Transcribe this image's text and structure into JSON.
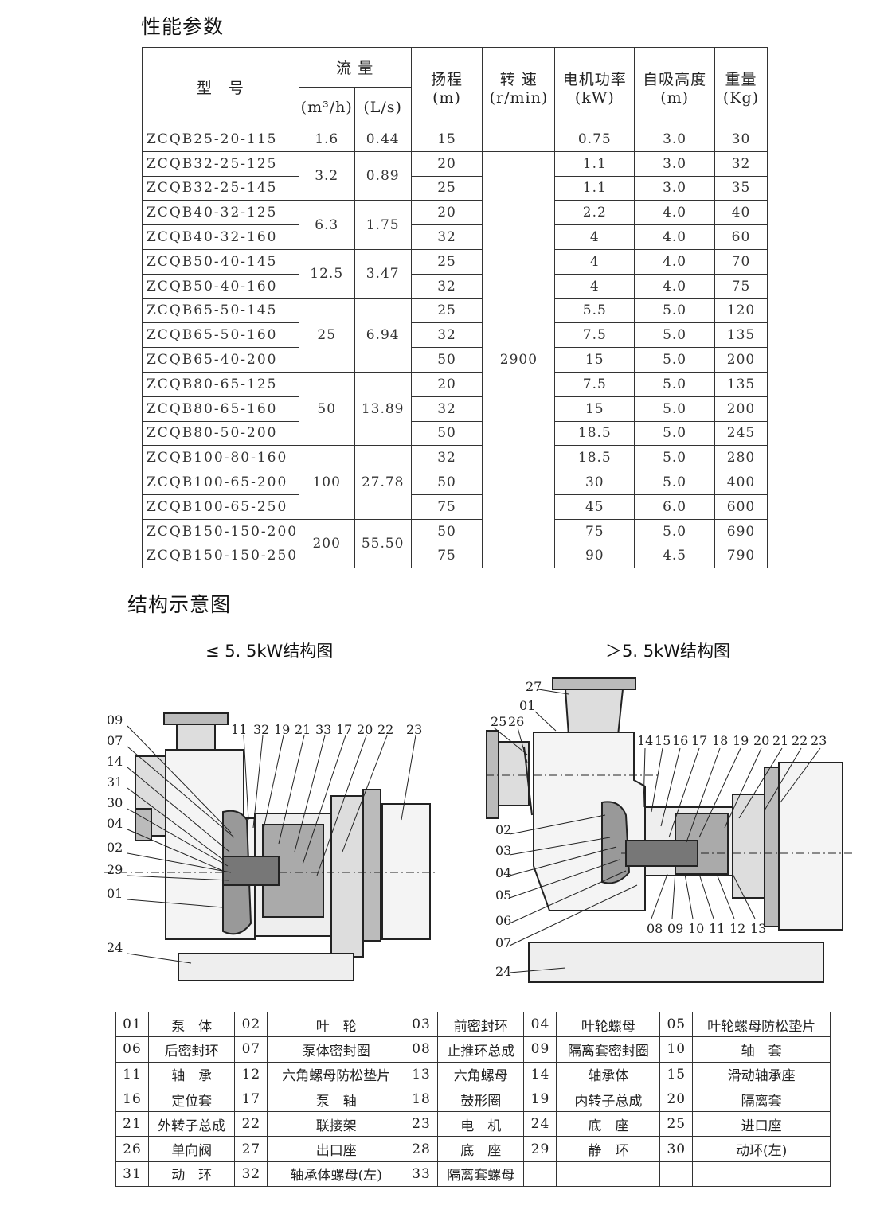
{
  "headings": {
    "performance": "性能参数",
    "structure": "结构示意图",
    "left_diagram": "≤ 5. 5kW结构图",
    "right_diagram": "＞5. 5kW结构图"
  },
  "perf_table": {
    "headers": {
      "model": "型　号",
      "flow": "流 量",
      "flow_m3h": "(m³/h)",
      "flow_ls": "(L/s)",
      "head": "扬程",
      "head_unit": "(m)",
      "speed": "转 速",
      "speed_unit": "(r/min)",
      "power": "电机功率",
      "power_unit": "(kW)",
      "suction": "自吸高度",
      "suction_unit": "(m)",
      "weight": "重量",
      "weight_unit": "(Kg)"
    },
    "speed_value": "2900",
    "rows": [
      {
        "model": "ZCQB25-20-115",
        "head": "15",
        "power": "0.75",
        "suction": "3.0",
        "weight": "30"
      },
      {
        "model": "ZCQB32-25-125",
        "head": "20",
        "power": "1.1",
        "suction": "3.0",
        "weight": "32"
      },
      {
        "model": "ZCQB32-25-145",
        "head": "25",
        "power": "1.1",
        "suction": "3.0",
        "weight": "35"
      },
      {
        "model": "ZCQB40-32-125",
        "head": "20",
        "power": "2.2",
        "suction": "4.0",
        "weight": "40"
      },
      {
        "model": "ZCQB40-32-160",
        "head": "32",
        "power": "4",
        "suction": "4.0",
        "weight": "60"
      },
      {
        "model": "ZCQB50-40-145",
        "head": "25",
        "power": "4",
        "suction": "4.0",
        "weight": "70"
      },
      {
        "model": "ZCQB50-40-160",
        "head": "32",
        "power": "4",
        "suction": "4.0",
        "weight": "75"
      },
      {
        "model": "ZCQB65-50-145",
        "head": "25",
        "power": "5.5",
        "suction": "5.0",
        "weight": "120"
      },
      {
        "model": "ZCQB65-50-160",
        "head": "32",
        "power": "7.5",
        "suction": "5.0",
        "weight": "135"
      },
      {
        "model": "ZCQB65-40-200",
        "head": "50",
        "power": "15",
        "suction": "5.0",
        "weight": "200"
      },
      {
        "model": "ZCQB80-65-125",
        "head": "20",
        "power": "7.5",
        "suction": "5.0",
        "weight": "135"
      },
      {
        "model": "ZCQB80-65-160",
        "head": "32",
        "power": "15",
        "suction": "5.0",
        "weight": "200"
      },
      {
        "model": "ZCQB80-50-200",
        "head": "50",
        "power": "18.5",
        "suction": "5.0",
        "weight": "245"
      },
      {
        "model": "ZCQB100-80-160",
        "head": "32",
        "power": "18.5",
        "suction": "5.0",
        "weight": "280"
      },
      {
        "model": "ZCQB100-65-200",
        "head": "50",
        "power": "30",
        "suction": "5.0",
        "weight": "400"
      },
      {
        "model": "ZCQB100-65-250",
        "head": "75",
        "power": "45",
        "suction": "6.0",
        "weight": "600"
      },
      {
        "model": "ZCQB150-150-200",
        "head": "50",
        "power": "75",
        "suction": "5.0",
        "weight": "690"
      },
      {
        "model": "ZCQB150-150-250",
        "head": "75",
        "power": "90",
        "suction": "4.5",
        "weight": "790"
      }
    ],
    "flow_groups": [
      {
        "m3h": "1.6",
        "ls": "0.44"
      },
      {
        "m3h": "3.2",
        "ls": "0.89"
      },
      {
        "m3h": "6.3",
        "ls": "1.75"
      },
      {
        "m3h": "12.5",
        "ls": "3.47"
      },
      {
        "m3h": "25",
        "ls": "6.94"
      },
      {
        "m3h": "50",
        "ls": "13.89"
      },
      {
        "m3h": "100",
        "ls": "27.78"
      },
      {
        "m3h": "200",
        "ls": "55.50"
      }
    ]
  },
  "left_labels": [
    "09",
    "07",
    "14",
    "31",
    "30",
    "04",
    "02",
    "29",
    "01",
    "24",
    "11",
    "32",
    "19",
    "21",
    "33",
    "17",
    "20",
    "22",
    "23"
  ],
  "right_labels": [
    "27",
    "01",
    "25",
    "26",
    "14",
    "15",
    "16",
    "17",
    "18",
    "19",
    "20",
    "21",
    "22",
    "23",
    "02",
    "03",
    "04",
    "05",
    "06",
    "07",
    "24",
    "08",
    "09",
    "10",
    "11",
    "12",
    "13"
  ],
  "parts": [
    [
      [
        "01",
        "泵　体"
      ],
      [
        "02",
        "叶　轮"
      ],
      [
        "03",
        "前密封环"
      ],
      [
        "04",
        "叶轮螺母"
      ],
      [
        "05",
        "叶轮螺母防松垫片"
      ]
    ],
    [
      [
        "06",
        "后密封环"
      ],
      [
        "07",
        "泵体密封圈"
      ],
      [
        "08",
        "止推环总成"
      ],
      [
        "09",
        "隔离套密封圈"
      ],
      [
        "10",
        "轴　套"
      ]
    ],
    [
      [
        "11",
        "轴　承"
      ],
      [
        "12",
        "六角螺母防松垫片"
      ],
      [
        "13",
        "六角螺母"
      ],
      [
        "14",
        "轴承体"
      ],
      [
        "15",
        "滑动轴承座"
      ]
    ],
    [
      [
        "16",
        "定位套"
      ],
      [
        "17",
        "泵　轴"
      ],
      [
        "18",
        "鼓形圈"
      ],
      [
        "19",
        "内转子总成"
      ],
      [
        "20",
        "隔离套"
      ]
    ],
    [
      [
        "21",
        "外转子总成"
      ],
      [
        "22",
        "联接架"
      ],
      [
        "23",
        "电　机"
      ],
      [
        "24",
        "底　座"
      ],
      [
        "25",
        "进口座"
      ]
    ],
    [
      [
        "26",
        "单向阀"
      ],
      [
        "27",
        "出口座"
      ],
      [
        "28",
        "底　座"
      ],
      [
        "29",
        "静　环"
      ],
      [
        "30",
        "动环(左)"
      ]
    ],
    [
      [
        "31",
        "动　环"
      ],
      [
        "32",
        "轴承体螺母(左)"
      ],
      [
        "33",
        "隔离套螺母"
      ],
      [
        "",
        ""
      ],
      [
        "",
        ""
      ]
    ]
  ]
}
